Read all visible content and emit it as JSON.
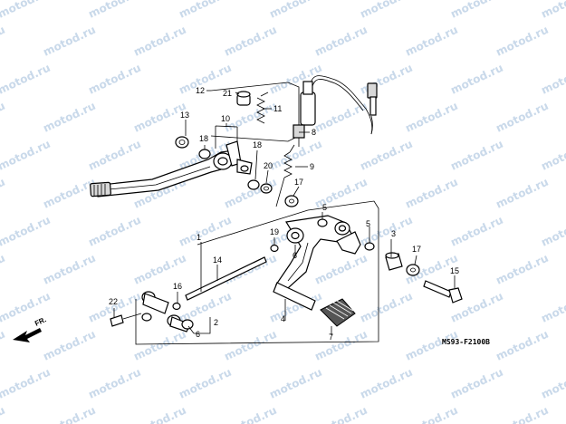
{
  "watermark": {
    "text": "motod.ru"
  },
  "diagram_code": "MS93-F2100B",
  "direction_label": "FR.",
  "callouts": {
    "c1": "1",
    "c2": "2",
    "c3": "3",
    "c4": "4",
    "c5a": "5",
    "c5b": "5",
    "c6a": "6",
    "c6b": "6",
    "c7": "7",
    "c8": "8",
    "c9": "9",
    "c10": "10",
    "c11": "11",
    "c12": "12",
    "c13": "13",
    "c14": "14",
    "c15": "15",
    "c16": "16",
    "c17a": "17",
    "c17b": "17",
    "c18a": "18",
    "c18b": "18",
    "c19": "19",
    "c20": "20",
    "c21": "21",
    "c22": "22"
  },
  "colors": {
    "line": "#000000",
    "watermark": "#c9d9ea",
    "background": "#ffffff"
  }
}
